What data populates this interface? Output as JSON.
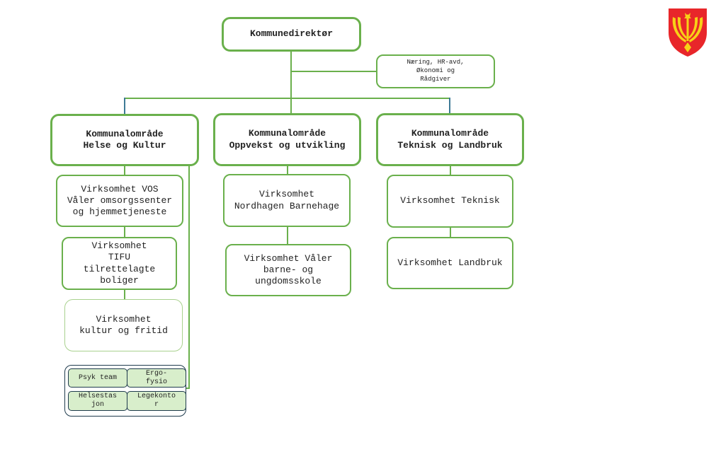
{
  "chart": {
    "top": {
      "label": "Kommunedirektør"
    },
    "staff": {
      "label": "Næring, HR-avd,\nØkonomi og\nRådgiver"
    },
    "areas": [
      {
        "label": "Kommunalområde\nHelse og Kultur",
        "units": [
          "Virksomhet VOS\nVåler omsorgssenter\nog hjemmetjeneste",
          "Virksomhet\nTIFU\ntilrettelagte\nboliger",
          "Virksomhet\nkultur og fritid"
        ],
        "services": [
          "Psyk team",
          "Ergo-\nfysio",
          "Helsestas\njon",
          "Legekonto\nr"
        ]
      },
      {
        "label": "Kommunalområde\nOppvekst og utvikling",
        "units": [
          "Virksomhet\nNordhagen Barnehage",
          "Virksomhet Våler\nbarne- og\nungdomsskole"
        ]
      },
      {
        "label": "Kommunalområde\nTeknisk og Landbruk",
        "units": [
          "Virksomhet Teknisk",
          "Virksomhet Landbruk"
        ]
      }
    ]
  },
  "logo": {
    "icon": "municipal-coat-of-arms-icon"
  },
  "colors": {
    "box_border": "#6ab04c",
    "box_border_light": "#a9d18e",
    "connector": "#6ab04c",
    "connector_accent": "#3e7a96",
    "service_fill": "#d8eecb",
    "service_border": "#1f3b4d",
    "logo_red": "#e8262a",
    "logo_yellow": "#f7d117"
  }
}
